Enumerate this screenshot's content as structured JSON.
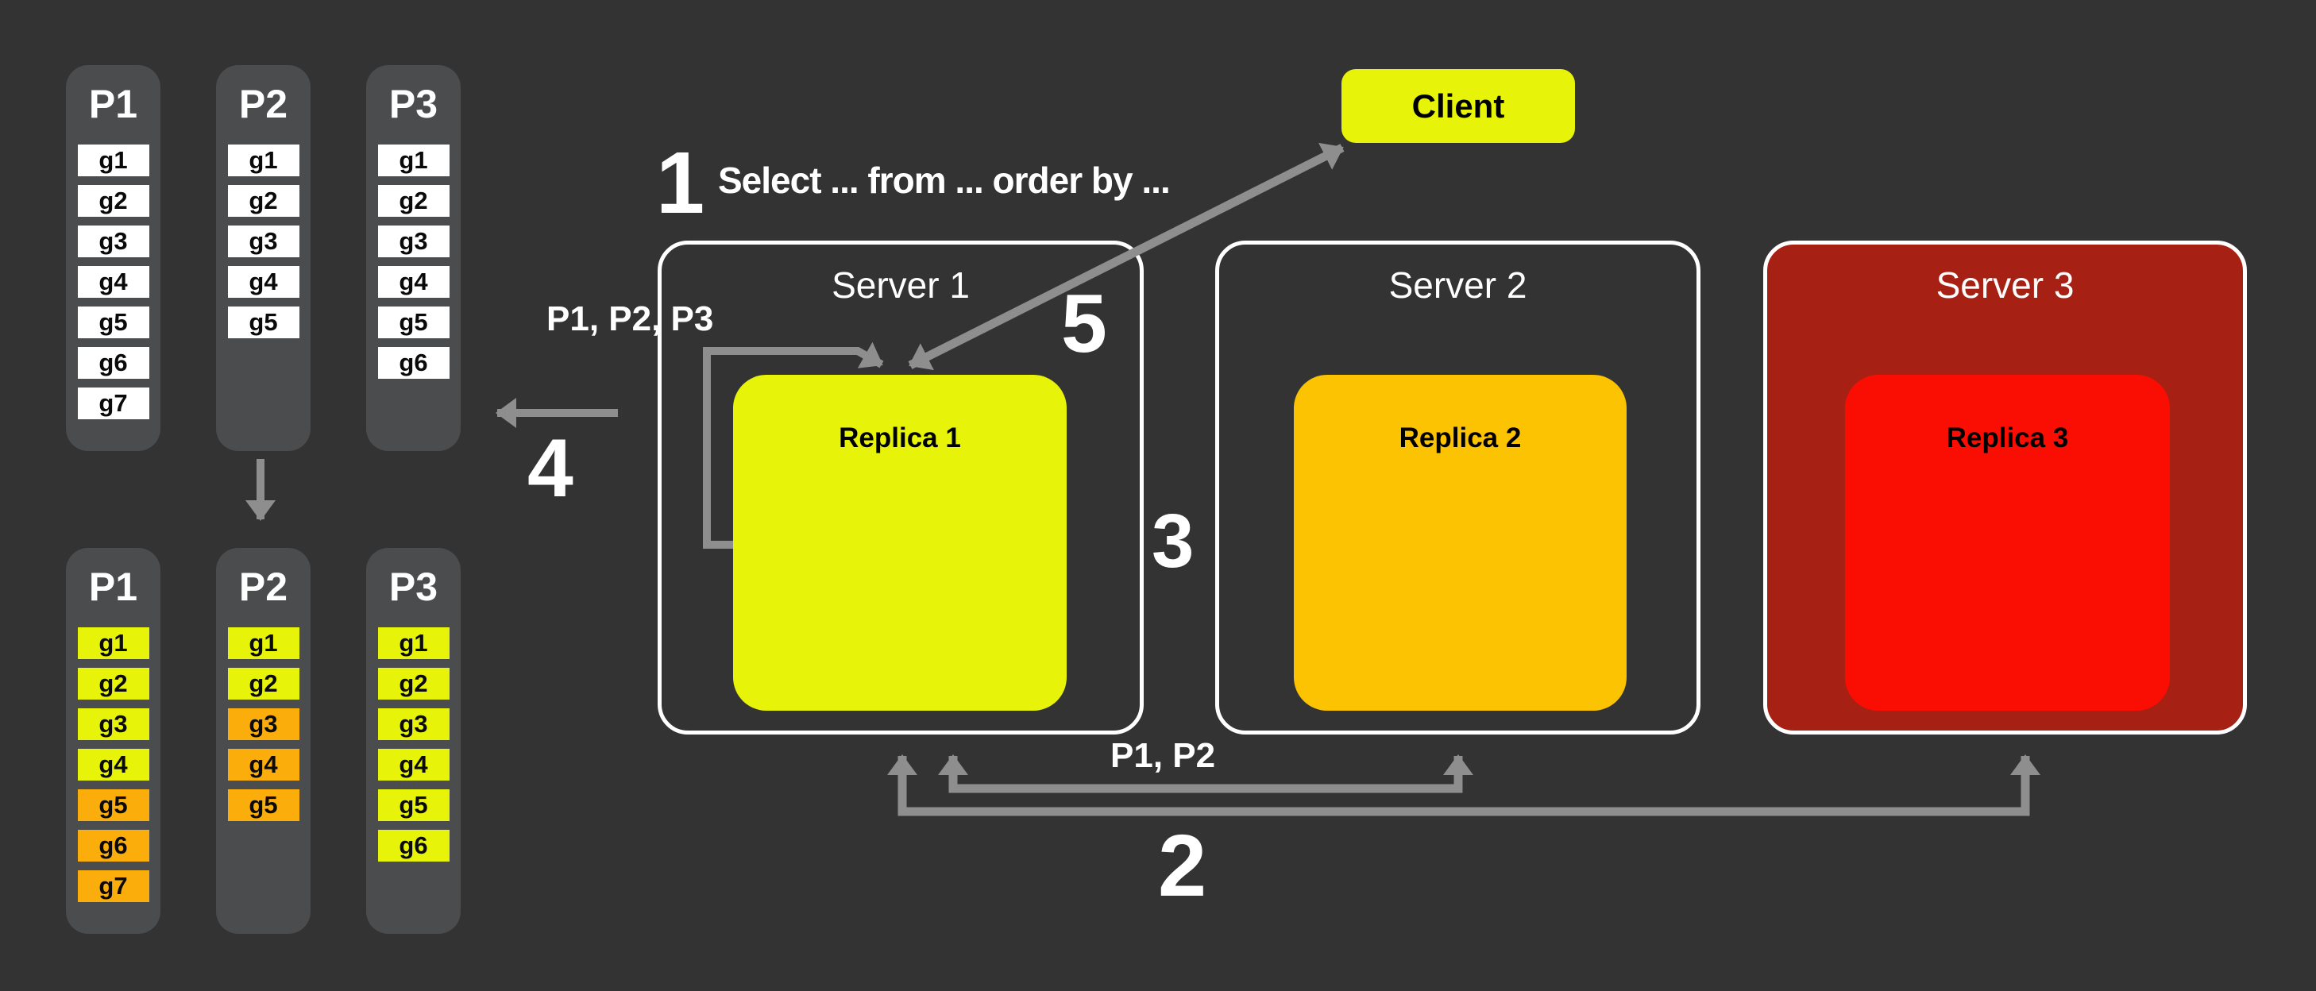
{
  "colors": {
    "background": "#333333",
    "card": "#4A4C4E",
    "white_item": "#FFFFFF",
    "yellow": "#E7F40A",
    "orange": "#FAAD0B",
    "amber": "#FCC303",
    "red": "#FA0E03",
    "dark_red": "#A62014",
    "arrow": "#8E8E8E"
  },
  "partitions_before": [
    {
      "label": "P1",
      "items": [
        {
          "label": "g1",
          "tone": "white_item"
        },
        {
          "label": "g2",
          "tone": "white_item"
        },
        {
          "label": "g3",
          "tone": "white_item"
        },
        {
          "label": "g4",
          "tone": "white_item"
        },
        {
          "label": "g5",
          "tone": "white_item"
        },
        {
          "label": "g6",
          "tone": "white_item"
        },
        {
          "label": "g7",
          "tone": "white_item"
        }
      ]
    },
    {
      "label": "P2",
      "items": [
        {
          "label": "g1",
          "tone": "white_item"
        },
        {
          "label": "g2",
          "tone": "white_item"
        },
        {
          "label": "g3",
          "tone": "white_item"
        },
        {
          "label": "g4",
          "tone": "white_item"
        },
        {
          "label": "g5",
          "tone": "white_item"
        }
      ]
    },
    {
      "label": "P3",
      "items": [
        {
          "label": "g1",
          "tone": "white_item"
        },
        {
          "label": "g2",
          "tone": "white_item"
        },
        {
          "label": "g3",
          "tone": "white_item"
        },
        {
          "label": "g4",
          "tone": "white_item"
        },
        {
          "label": "g5",
          "tone": "white_item"
        },
        {
          "label": "g6",
          "tone": "white_item"
        }
      ]
    }
  ],
  "partitions_after": [
    {
      "label": "P1",
      "items": [
        {
          "label": "g1",
          "tone": "yellow"
        },
        {
          "label": "g2",
          "tone": "yellow"
        },
        {
          "label": "g3",
          "tone": "yellow"
        },
        {
          "label": "g4",
          "tone": "yellow"
        },
        {
          "label": "g5",
          "tone": "orange"
        },
        {
          "label": "g6",
          "tone": "orange"
        },
        {
          "label": "g7",
          "tone": "orange"
        }
      ]
    },
    {
      "label": "P2",
      "items": [
        {
          "label": "g1",
          "tone": "yellow"
        },
        {
          "label": "g2",
          "tone": "yellow"
        },
        {
          "label": "g3",
          "tone": "orange"
        },
        {
          "label": "g4",
          "tone": "orange"
        },
        {
          "label": "g5",
          "tone": "orange"
        }
      ]
    },
    {
      "label": "P3",
      "items": [
        {
          "label": "g1",
          "tone": "yellow"
        },
        {
          "label": "g2",
          "tone": "yellow"
        },
        {
          "label": "g3",
          "tone": "yellow"
        },
        {
          "label": "g4",
          "tone": "yellow"
        },
        {
          "label": "g5",
          "tone": "yellow"
        },
        {
          "label": "g6",
          "tone": "yellow"
        }
      ]
    }
  ],
  "client": {
    "label": "Client"
  },
  "servers": [
    {
      "title": "Server 1",
      "replica": "Replica 1"
    },
    {
      "title": "Server 2",
      "replica": "Replica 2"
    },
    {
      "title": "Server 3",
      "replica": "Replica 3"
    }
  ],
  "steps": {
    "s1": "1",
    "s2": "2",
    "s3": "3",
    "s4": "4",
    "s5": "5"
  },
  "annotations": {
    "query": "Select ... from ... order by ...",
    "route_partitions": "P1, P2, P3",
    "scatter_partitions": "P1, P2"
  }
}
